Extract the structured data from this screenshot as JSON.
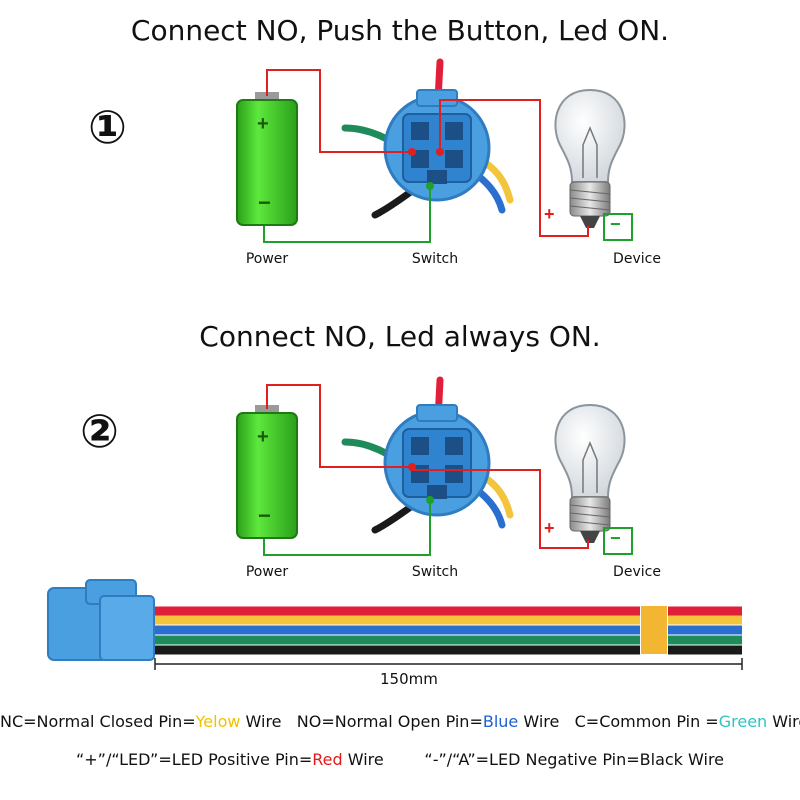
{
  "diagram1": {
    "title": "Connect NO, Push the Button, Led ON.",
    "number": "①",
    "labels": {
      "power": "Power",
      "switch": "Switch",
      "device": "Device"
    },
    "battery": {
      "plus": "+",
      "minus": "−"
    },
    "device": {
      "plus": "+",
      "minus": "−"
    }
  },
  "diagram2": {
    "title": "Connect NO, Led always ON.",
    "number": "②",
    "labels": {
      "power": "Power",
      "switch": "Switch",
      "device": "Device"
    },
    "battery": {
      "plus": "+",
      "minus": "−"
    },
    "device": {
      "plus": "+",
      "minus": "−"
    }
  },
  "cable": {
    "length_label": "150mm"
  },
  "legend": {
    "line1": {
      "nc_prefix": "NC=Normal Closed Pin=",
      "nc_color": "Yelow",
      "nc_suffix": " Wire",
      "no_prefix": "NO=Normal Open Pin=",
      "no_color": "Blue",
      "no_suffix": " Wire",
      "c_prefix": "C=Common Pin =",
      "c_color": "Green",
      "c_suffix": " Wire"
    },
    "line2": {
      "pos_prefix": "“+”/“LED”=LED Positive Pin=",
      "pos_color": "Red",
      "pos_suffix": " Wire",
      "neg_text": "“-”/“A”=LED Negative Pin=Black Wire"
    }
  },
  "colors": {
    "red_wire": "#e0203a",
    "yellow_wire": "#f2c53d",
    "blue_wire": "#2a6fd0",
    "green_wire": "#1f8a5a",
    "black_wire": "#1a1a1a",
    "battery_green": "#3ad125",
    "connector_blue": "#4a9fe0"
  }
}
